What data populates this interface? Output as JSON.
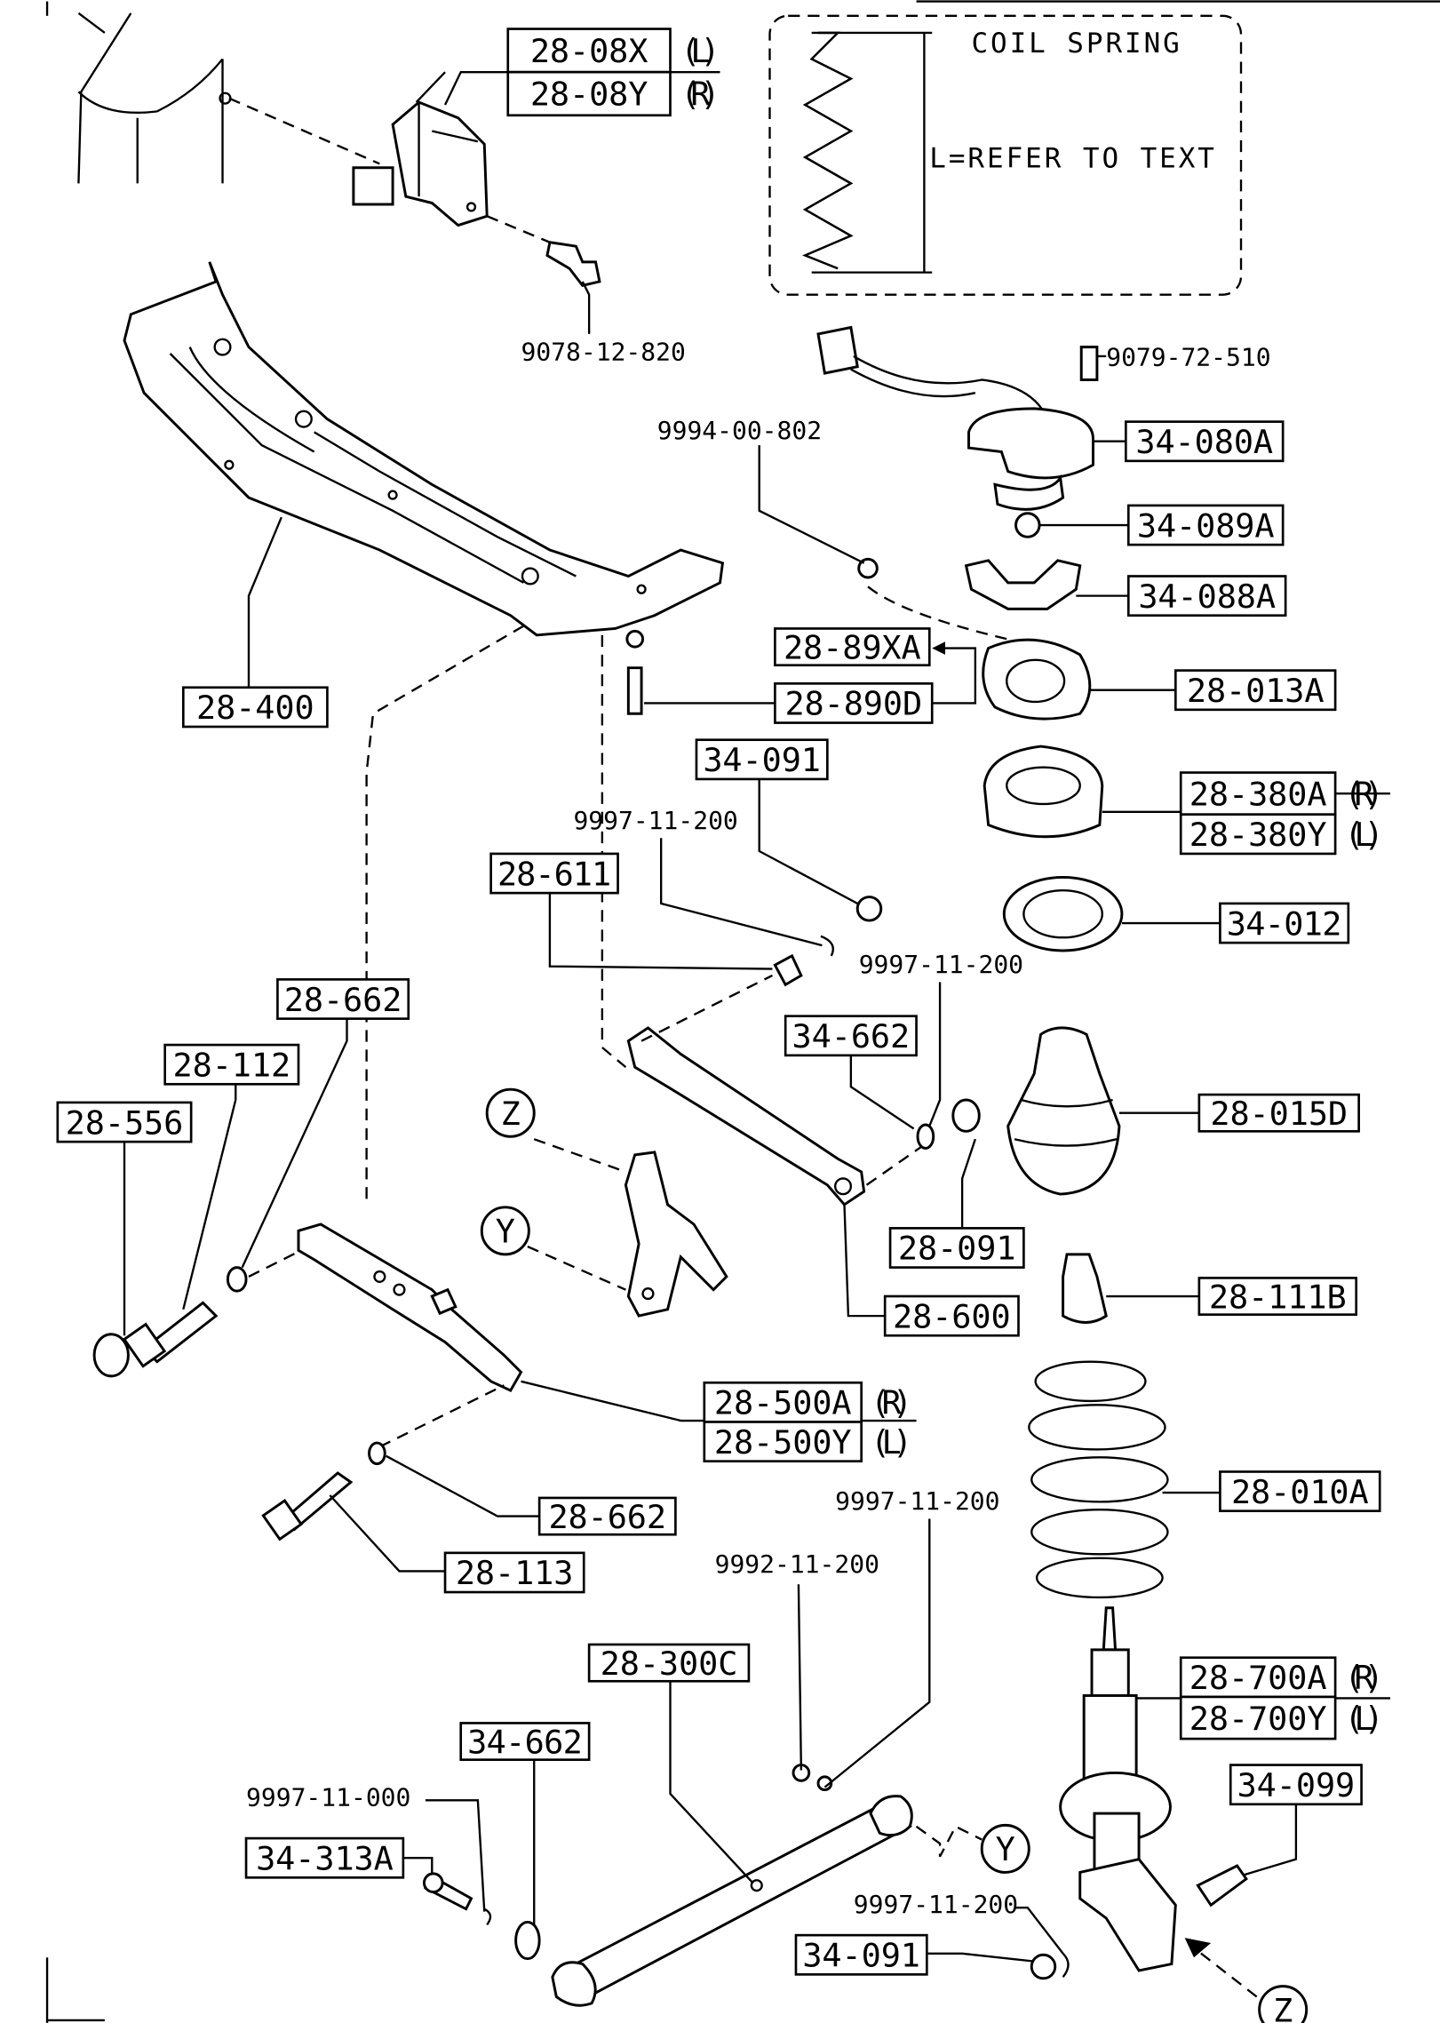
{
  "diagram": {
    "title_note": {
      "heading": "COIL SPRING",
      "text": "L=REFER TO TEXT"
    },
    "callouts": {
      "c2808x": "28-08X",
      "c2808y": "28-08Y",
      "side_l_1": "(L)",
      "side_r_1": "(R)",
      "c907812820": "9078-12-820",
      "c907972510": "9079-72-510",
      "c34080a": "34-080A",
      "c999400802": "9994-00-802",
      "c34089a": "34-089A",
      "c34088a": "34-088A",
      "c2889xa": "28-89XA",
      "c28890d": "28-890D",
      "c28013a": "28-013A",
      "c28400": "28-400",
      "c34091a": "34-091",
      "c28380a": "28-380A",
      "c28380y": "28-380Y",
      "side_r_2": "(R)",
      "side_l_2": "(L)",
      "c999711200a": "9997-11-200",
      "c28611": "28-611",
      "c34012": "34-012",
      "c999711200b": "9997-11-200",
      "c28662a": "28-662",
      "c34662a": "34-662",
      "c28112": "28-112",
      "c28556": "28-556",
      "c28015d": "28-015D",
      "c28091": "28-091",
      "c28111b": "28-111B",
      "c28600": "28-600",
      "c28500a": "28-500A",
      "c28500y": "28-500Y",
      "side_r_3": "(R)",
      "side_l_3": "(L)",
      "c28010a": "28-010A",
      "c999711200c": "9997-11-200",
      "c28662b": "28-662",
      "c28113": "28-113",
      "c999211200": "9992-11-200",
      "c28300c": "28-300C",
      "c28700a": "28-700A",
      "c28700y": "28-700Y",
      "side_r_4": "(R)",
      "side_l_4": "(L)",
      "c34662b": "34-662",
      "c34099": "34-099",
      "c999711000": "9997-11-000",
      "c34313a": "34-313A",
      "c999711200d": "9997-11-200",
      "c34091b": "34-091"
    },
    "refs": {
      "z1": "Z",
      "y1": "Y",
      "y2": "Y",
      "z2": "Z"
    }
  }
}
